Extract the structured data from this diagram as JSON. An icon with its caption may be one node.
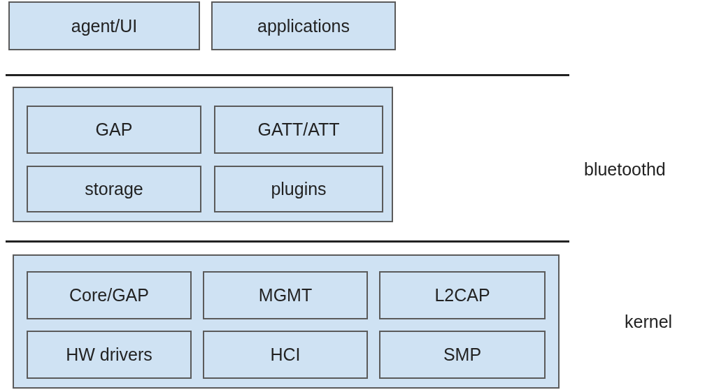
{
  "diagram": {
    "nodes": [
      {
        "text": [
          "agent/UI"
        ]
      },
      {
        "text": [
          "applications"
        ]
      },
      {
        "text": [],
        "shape": "box"
      },
      {
        "text": [
          "GAP"
        ],
        "in": 2
      },
      {
        "text": [
          "GATT/ATT"
        ],
        "in": 2
      },
      {
        "text": [
          "storage"
        ],
        "in": 2
      },
      {
        "text": [
          "plugins"
        ],
        "in": 2
      },
      {
        "text": [],
        "shape": "box"
      },
      {
        "text": [
          "Core/GAP"
        ],
        "in": 7
      },
      {
        "text": [
          "MGMT"
        ],
        "in": 7
      },
      {
        "text": [
          "L2CAP"
        ],
        "in": 7
      },
      {
        "text": [
          "HW drivers"
        ],
        "in": 7
      },
      {
        "text": [
          "HCI"
        ],
        "in": 7
      },
      {
        "text": [
          "SMP"
        ],
        "in": 7
      }
    ],
    "edges": [],
    "labels": [
      "bluetoothd",
      "kernel"
    ]
  }
}
